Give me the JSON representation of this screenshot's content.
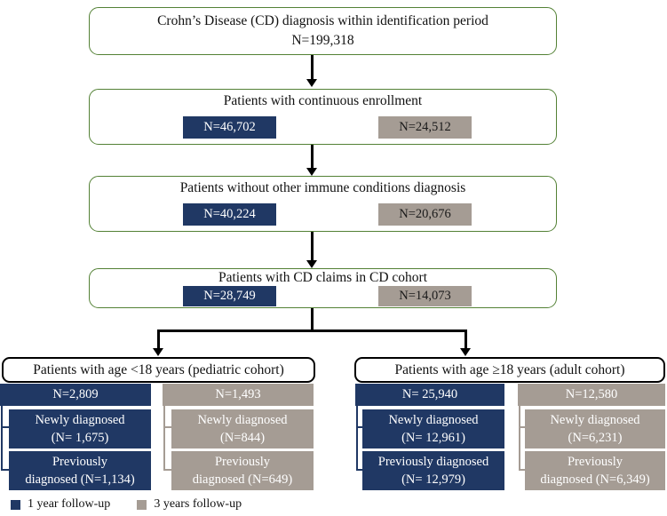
{
  "colors": {
    "navy": "#203864",
    "tan": "#a59c94",
    "green": "#538135"
  },
  "flow": {
    "box1": {
      "line1": "Crohn’s Disease (CD) diagnosis within identification period",
      "line2": "N=199,318"
    },
    "box2": {
      "title": "Patients with continuous enrollment",
      "n1y": "N=46,702",
      "n3y": "N=24,512"
    },
    "box3": {
      "title": "Patients without other immune conditions diagnosis",
      "n1y": "N=40,224",
      "n3y": "N=20,676"
    },
    "box4": {
      "title": "Patients with CD claims in CD cohort",
      "n1y": "N=28,749",
      "n3y": "N=14,073"
    }
  },
  "pediatric": {
    "title": "Patients with age <18 years (pediatric cohort)",
    "one_year": {
      "n": "N=2,809",
      "newly_line1": "Newly diagnosed",
      "newly_line2": "(N= 1,675)",
      "prev_line1": "Previously",
      "prev_line2": "diagnosed (N=1,134)"
    },
    "three_years": {
      "n": "N=1,493",
      "newly_line1": "Newly diagnosed",
      "newly_line2": "(N=844)",
      "prev_line1": "Previously",
      "prev_line2": "diagnosed (N=649)"
    }
  },
  "adult": {
    "title": "Patients with age ≥18 years (adult cohort)",
    "one_year": {
      "n": "N= 25,940",
      "newly_line1": "Newly diagnosed",
      "newly_line2": "(N= 12,961)",
      "prev_line1": "Previously diagnosed",
      "prev_line2": "(N= 12,979)"
    },
    "three_years": {
      "n": "N=12,580",
      "newly_line1": "Newly diagnosed",
      "newly_line2": "(N=6,231)",
      "prev_line1": "Previously",
      "prev_line2": "diagnosed (N=6,349)"
    }
  },
  "legend": {
    "one_year": "1 year follow-up",
    "three_years": "3 years follow-up"
  }
}
